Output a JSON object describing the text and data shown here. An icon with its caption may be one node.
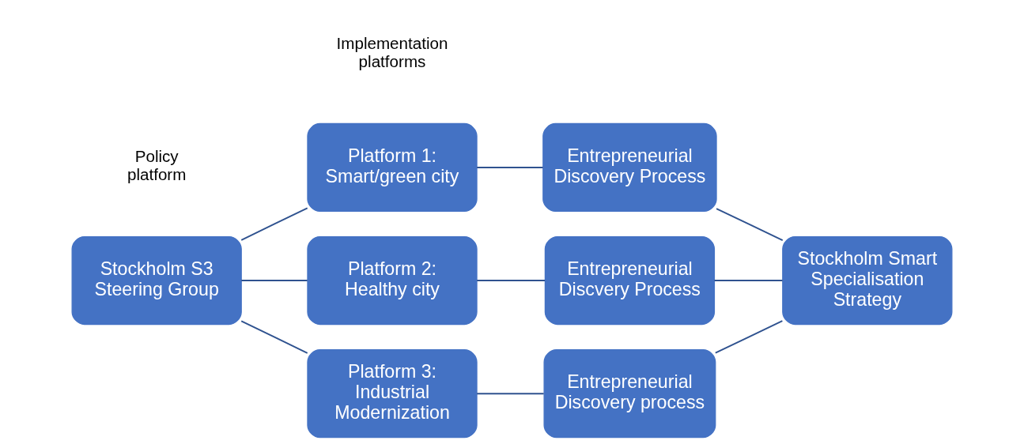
{
  "diagram": {
    "nodes": [
      {
        "text": [
          "Stockholm S3 Steering Group"
        ]
      },
      {
        "text": [
          "Platform 1: Smart/green city"
        ]
      },
      {
        "text": [
          "Platform 2: Healthy city"
        ]
      },
      {
        "text": [
          "Platform 3: Industrial Modernization"
        ]
      },
      {
        "text": [
          "Entrepreneurial Discovery Process"
        ]
      },
      {
        "text": [
          "Entrepreneurial Discvery Process"
        ]
      },
      {
        "text": [
          "Entrepreneurial Discovery process"
        ]
      },
      {
        "text": [
          "Stockholm Smart Specialisation Strategy"
        ]
      }
    ],
    "edges": [
      {
        "from": 0,
        "to": 1,
        "arrow": "none"
      },
      {
        "from": 0,
        "to": 2,
        "arrow": "none"
      },
      {
        "from": 0,
        "to": 3,
        "arrow": "none"
      },
      {
        "from": 1,
        "to": 4,
        "arrow": "none"
      },
      {
        "from": 2,
        "to": 5,
        "arrow": "none"
      },
      {
        "from": 3,
        "to": 6,
        "arrow": "none"
      },
      {
        "from": 4,
        "to": 7,
        "arrow": "none"
      },
      {
        "from": 5,
        "to": 7,
        "arrow": "none"
      },
      {
        "from": 6,
        "to": 7,
        "arrow": "none"
      }
    ],
    "labels": [
      "Policy platform",
      "Implementation platforms"
    ]
  }
}
